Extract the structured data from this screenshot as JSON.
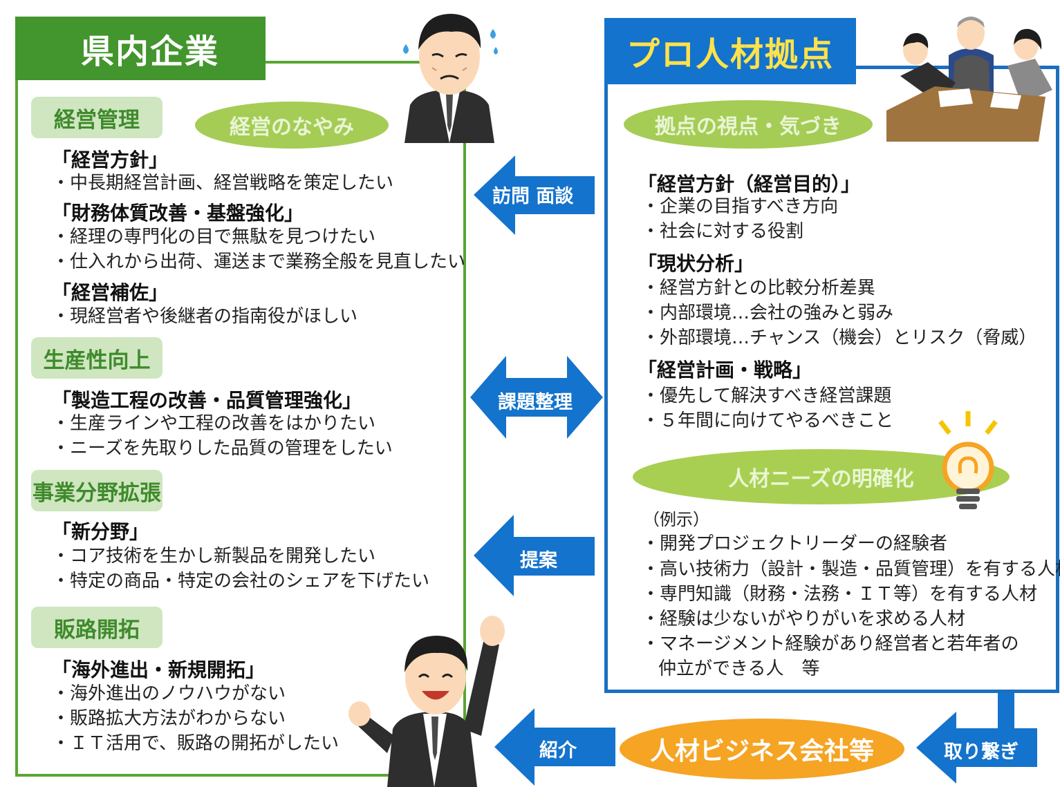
{
  "left": {
    "title": "県内企業",
    "worry_label": "経営のなやみ",
    "sections": [
      {
        "tag": "経営管理",
        "groups": [
          {
            "heading": "「経営方針」",
            "items": [
              "・中長期経営計画、経営戦略を策定したい"
            ]
          },
          {
            "heading": "「財務体質改善・基盤強化」",
            "items": [
              "・経理の専門化の目で無駄を見つけたい",
              "・仕入れから出荷、運送まで業務全般を見直したい"
            ]
          },
          {
            "heading": "「経営補佐」",
            "items": [
              "・現経営者や後継者の指南役がほしい"
            ]
          }
        ]
      },
      {
        "tag": "生産性向上",
        "groups": [
          {
            "heading": "「製造工程の改善・品質管理強化」",
            "items": [
              "・生産ラインや工程の改善をはかりたい",
              "・ニーズを先取りした品質の管理をしたい"
            ]
          }
        ]
      },
      {
        "tag": "事業分野拡張",
        "groups": [
          {
            "heading": "「新分野」",
            "items": [
              "・コア技術を生かし新製品を開発したい",
              "・特定の商品・特定の会社のシェアを下げたい"
            ]
          }
        ]
      },
      {
        "tag": "販路開拓",
        "groups": [
          {
            "heading": "「海外進出・新規開拓」",
            "items": [
              "・海外進出のノウハウがない",
              "・販路拡大方法がわからない",
              "・ＩＴ活用で、販路の開拓がしたい"
            ]
          }
        ]
      }
    ]
  },
  "right": {
    "title": "プロ人材拠点",
    "view_label": "拠点の視点・気づき",
    "groups": [
      {
        "heading": "「経営方針（経営目的）」",
        "items": [
          "・企業の目指すべき方向",
          "・社会に対する役割"
        ]
      },
      {
        "heading": "「現状分析」",
        "items": [
          "・経営方針との比較分析差異",
          "・内部環境…会社の強みと弱み",
          "・外部環境…チャンス（機会）とリスク（脅威）"
        ]
      },
      {
        "heading": "「経営計画・戦略」",
        "items": [
          "・優先して解決すべき経営課題",
          "・５年間に向けてやるべきこと"
        ]
      }
    ],
    "needs_label": "人材ニーズの明確化",
    "example_label": "（例示）",
    "examples": [
      "・開発プロジェクトリーダーの経験者",
      "・高い技術力（設計・製造・品質管理）を有する人材",
      "・専門知識（財務・法務・ＩＴ等）を有する人材",
      "・経験は少ないがやりがいを求める人材",
      "・マネージメント経験があり経営者と若年者の",
      "仲立ができる人　等"
    ]
  },
  "arrows": {
    "visit": "訪問 面談",
    "issues": "課題整理",
    "proposal": "提案",
    "introduce": "紹介",
    "connect": "取り繋ぎ"
  },
  "business": "人材ビジネス会社等",
  "colors": {
    "green": "#43952e",
    "blue": "#1473cc",
    "orange": "#f5a424",
    "yellow_text": "#ffe24a"
  }
}
